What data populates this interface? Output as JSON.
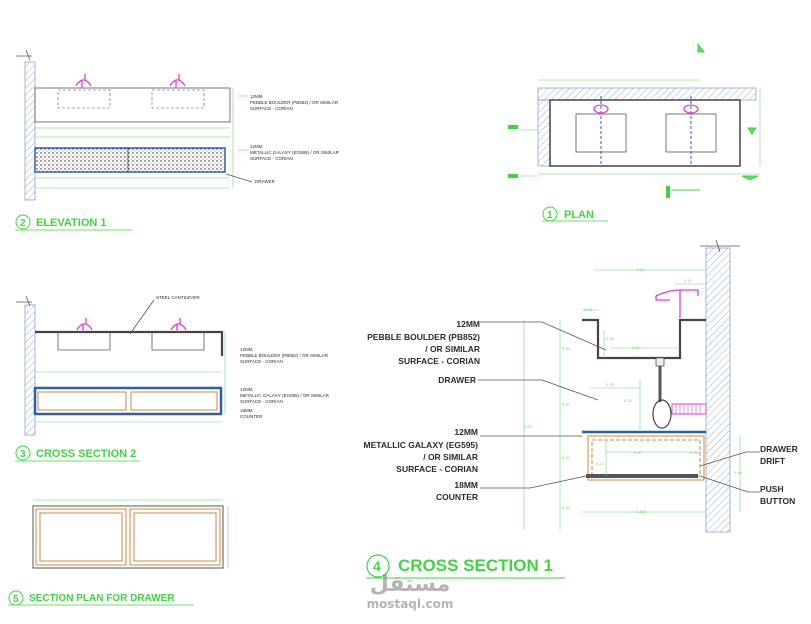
{
  "views": {
    "elevation": {
      "number": "2",
      "title": "ELEVATION 1"
    },
    "plan": {
      "number": "1",
      "title": "PLAN"
    },
    "cross2": {
      "number": "3",
      "title": "CROSS SECTION 2"
    },
    "cross1": {
      "number": "4",
      "title": "CROSS SECTION 1"
    },
    "drawer_plan": {
      "number": "5",
      "title": "SECTION PLAN FOR DRAWER"
    }
  },
  "elevation_notes": {
    "top_a": "12MM",
    "top_b": "PEBBLE BOULDER (PB852) / OR SIMILAR",
    "top_c": "SURFACE  - CORIAN",
    "mid_a": "12MM",
    "mid_b": "METALLIC GALAXY (EG595) / OR SIMILAR",
    "mid_c": "SURFACE  - CORIAN",
    "drawer": "DRAWER"
  },
  "cross2_notes": {
    "cantilever": "STEEL CANTILEVER",
    "top_a": "12MM",
    "top_b": "PEBBLE BOULDER (PB852) / OR SIMILAR",
    "top_c": "SURFACE  - CORIAN",
    "mid_a": "12MM",
    "mid_b": "METALLIC GALAXY (EG595) / OR SIMILAR",
    "mid_c": "SURFACE  - CORIAN",
    "counter_a": "18MM",
    "counter_b": "COUNTER"
  },
  "cross1_notes": {
    "pebble_1": "12MM",
    "pebble_2": "PEBBLE BOULDER (PB852)",
    "pebble_3": "/ OR SIMILAR",
    "pebble_4": "SURFACE  - CORIAN",
    "drawer": "DRAWER",
    "galaxy_1": "12MM",
    "galaxy_2": "METALLIC GALAXY (EG595)",
    "galaxy_3": "/ OR SIMILAR",
    "galaxy_4": "SURFACE  - CORIAN",
    "counter_1": "18MM",
    "counter_2": "COUNTER",
    "drift_1": "DRAWER",
    "drift_2": "DRIFT",
    "push_1": "PUSH",
    "push_2": "BUTTON"
  },
  "dimensions": {
    "d050": "0.50",
    "d012": "0.12",
    "d008": "0.08",
    "d015": "0.15",
    "d010": "0.10",
    "d025a": "0.25",
    "d025b": "0.25",
    "d025c": "0.25",
    "d020a": "0.20",
    "d020b": "0.20",
    "d040": "0.40",
    "d013": "0.13",
    "d005": "0.05",
    "d048": "0.48",
    "d085": "0.85",
    "d0488": "0.488"
  },
  "watermark": {
    "arabic": "مستقل",
    "latin": "mostaql.com"
  },
  "colors": {
    "dimension_green": "#6fd66f",
    "title_green": "#3ed63e",
    "faucet_magenta": "#e23fd6",
    "counter_blue": "#2f5fa6",
    "wood_orange": "#d08a3c",
    "wall_hatch": "#7a9bd0"
  }
}
